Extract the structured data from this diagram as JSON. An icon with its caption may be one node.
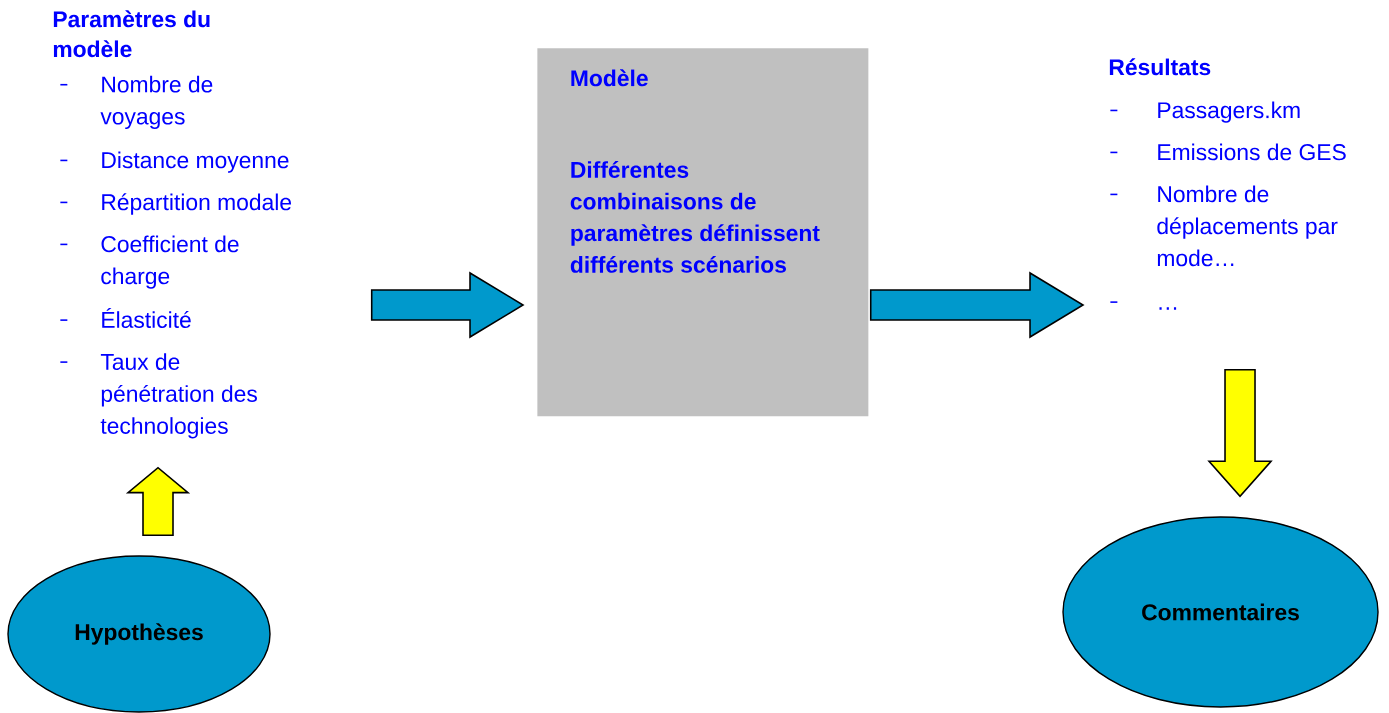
{
  "diagram": {
    "nodes": [
      {
        "text": [
          "Paramètres du modèle",
          "Nombre de voyages",
          "Distance moyenne",
          "Répartition modale",
          "Coefficient de charge",
          "Élasticité",
          "Taux de pénétration des technologies"
        ]
      },
      {
        "text": [
          "Modèle",
          "Différentes combinaisons de paramètres définissent différents scénarios"
        ]
      },
      {
        "text": [
          "Résultats",
          "Passagers.km",
          "Emissions de GES",
          "Nombre de déplacements par mode…",
          "…"
        ]
      },
      {
        "text": [
          "Hypothèses"
        ]
      },
      {
        "text": [
          "Commentaires"
        ]
      }
    ],
    "edges": [
      {
        "from": 3,
        "to": 0,
        "arrow": "to",
        "color": "#ffff00"
      },
      {
        "from": 0,
        "to": 1,
        "arrow": "to",
        "color": "#0099cc"
      },
      {
        "from": 1,
        "to": 2,
        "arrow": "to",
        "color": "#0099cc"
      },
      {
        "from": 2,
        "to": 4,
        "arrow": "to",
        "color": "#ffff00"
      }
    ]
  }
}
